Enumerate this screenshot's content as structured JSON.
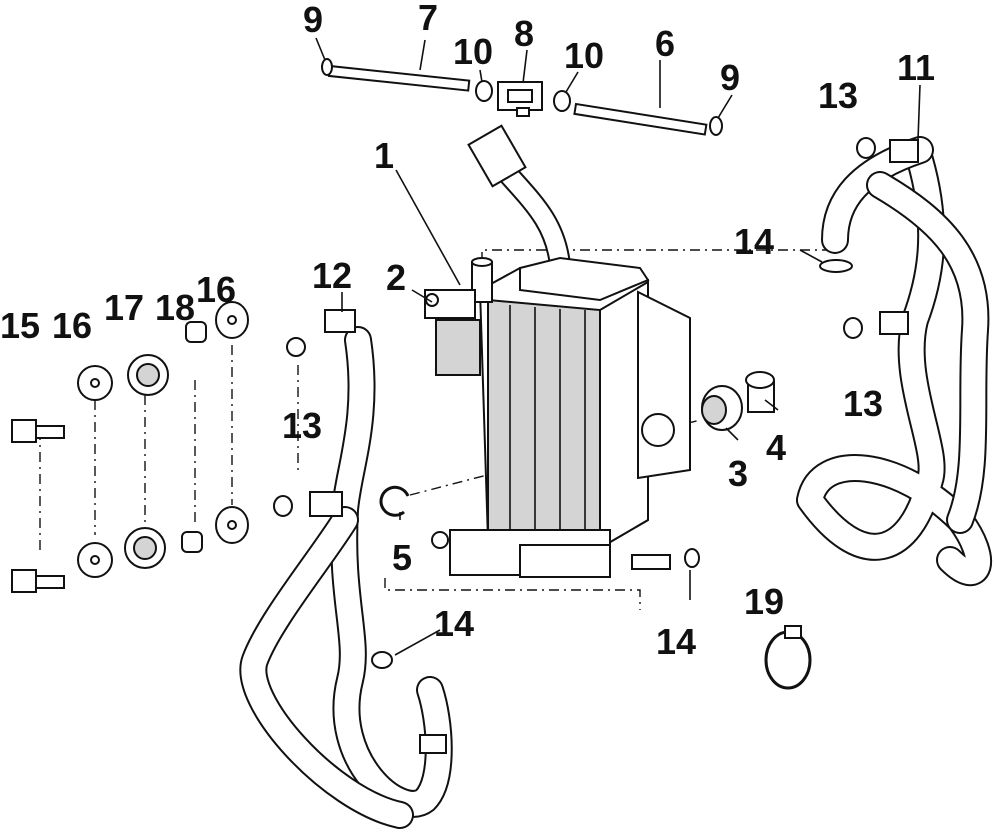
{
  "callouts": {
    "n1": "1",
    "n2": "2",
    "n3": "3",
    "n4": "4",
    "n5": "5",
    "n6": "6",
    "n7": "7",
    "n8": "8",
    "n9a": "9",
    "n9b": "9",
    "n10a": "10",
    "n10b": "10",
    "n11": "11",
    "n12": "12",
    "n13a": "13",
    "n13b": "13",
    "n13c": "13",
    "n14a": "14",
    "n14b": "14",
    "n14c": "14",
    "n15": "15",
    "n16a": "16",
    "n16b": "16",
    "n17": "17",
    "n18": "18",
    "n19": "19"
  }
}
